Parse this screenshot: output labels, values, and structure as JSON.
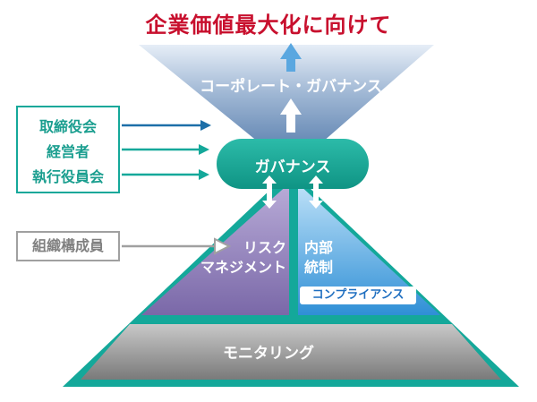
{
  "title": "企業価値最大化に向けて",
  "corporate_governance": "コーポレート・ガバナンス",
  "governance": "ガバナンス",
  "actors": [
    "取締役会",
    "経営者",
    "執行役員会"
  ],
  "members": "組織構成員",
  "risk_management": [
    "リスク",
    "マネジメント"
  ],
  "internal_control": [
    "内部",
    "統制"
  ],
  "compliance": "コンプライアンス",
  "monitoring": "モニタリング",
  "colors": {
    "title_red": "#c8102e",
    "teal": "#14a89a",
    "funnel_blue": "#6d8fb8",
    "risk_purple": "#8c7bb5",
    "control_blue": "#4aa3e0",
    "monitor_gray": "#8a8a8a"
  }
}
